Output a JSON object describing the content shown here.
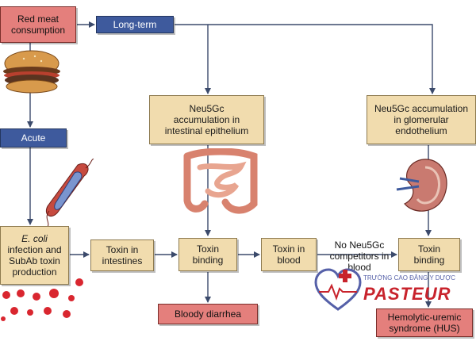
{
  "nodes": {
    "red_meat": "Red meat\nconsumption",
    "long_term": "Long-term",
    "acute": "Acute",
    "neu5gc_intestinal": "Neu5Gc\naccumulation in\nintestinal epithelium",
    "neu5gc_glomerular": "Neu5Gc accumulation\nin glomerular\nendothelium",
    "ecoli_species": "E. coli",
    "ecoli_rest": "infection and\nSubAb toxin\nproduction",
    "toxin_intestines": "Toxin in\nintestines",
    "toxin_binding_1": "Toxin\nbinding",
    "toxin_blood": "Toxin in\nblood",
    "toxin_binding_2": "Toxin\nbinding",
    "bloody_diarrhea": "Bloody diarrhea",
    "hus": "Hemolytic-uremic\nsyndrome (HUS)"
  },
  "edge_labels": {
    "no_competitors": "No Neu5Gc\ncompetitors in\nblood"
  },
  "watermark": {
    "line1": "TRƯỜNG CAO ĐẲNG Y DƯỢC",
    "line2": "PASTEUR"
  },
  "colors": {
    "red_box": "#e47f7c",
    "navy_box": "#3e5a9d",
    "tan_box": "#f1dcae",
    "arrow": "#3b4a6b",
    "logo_red": "#c8232c",
    "logo_blue": "#5560a8"
  }
}
